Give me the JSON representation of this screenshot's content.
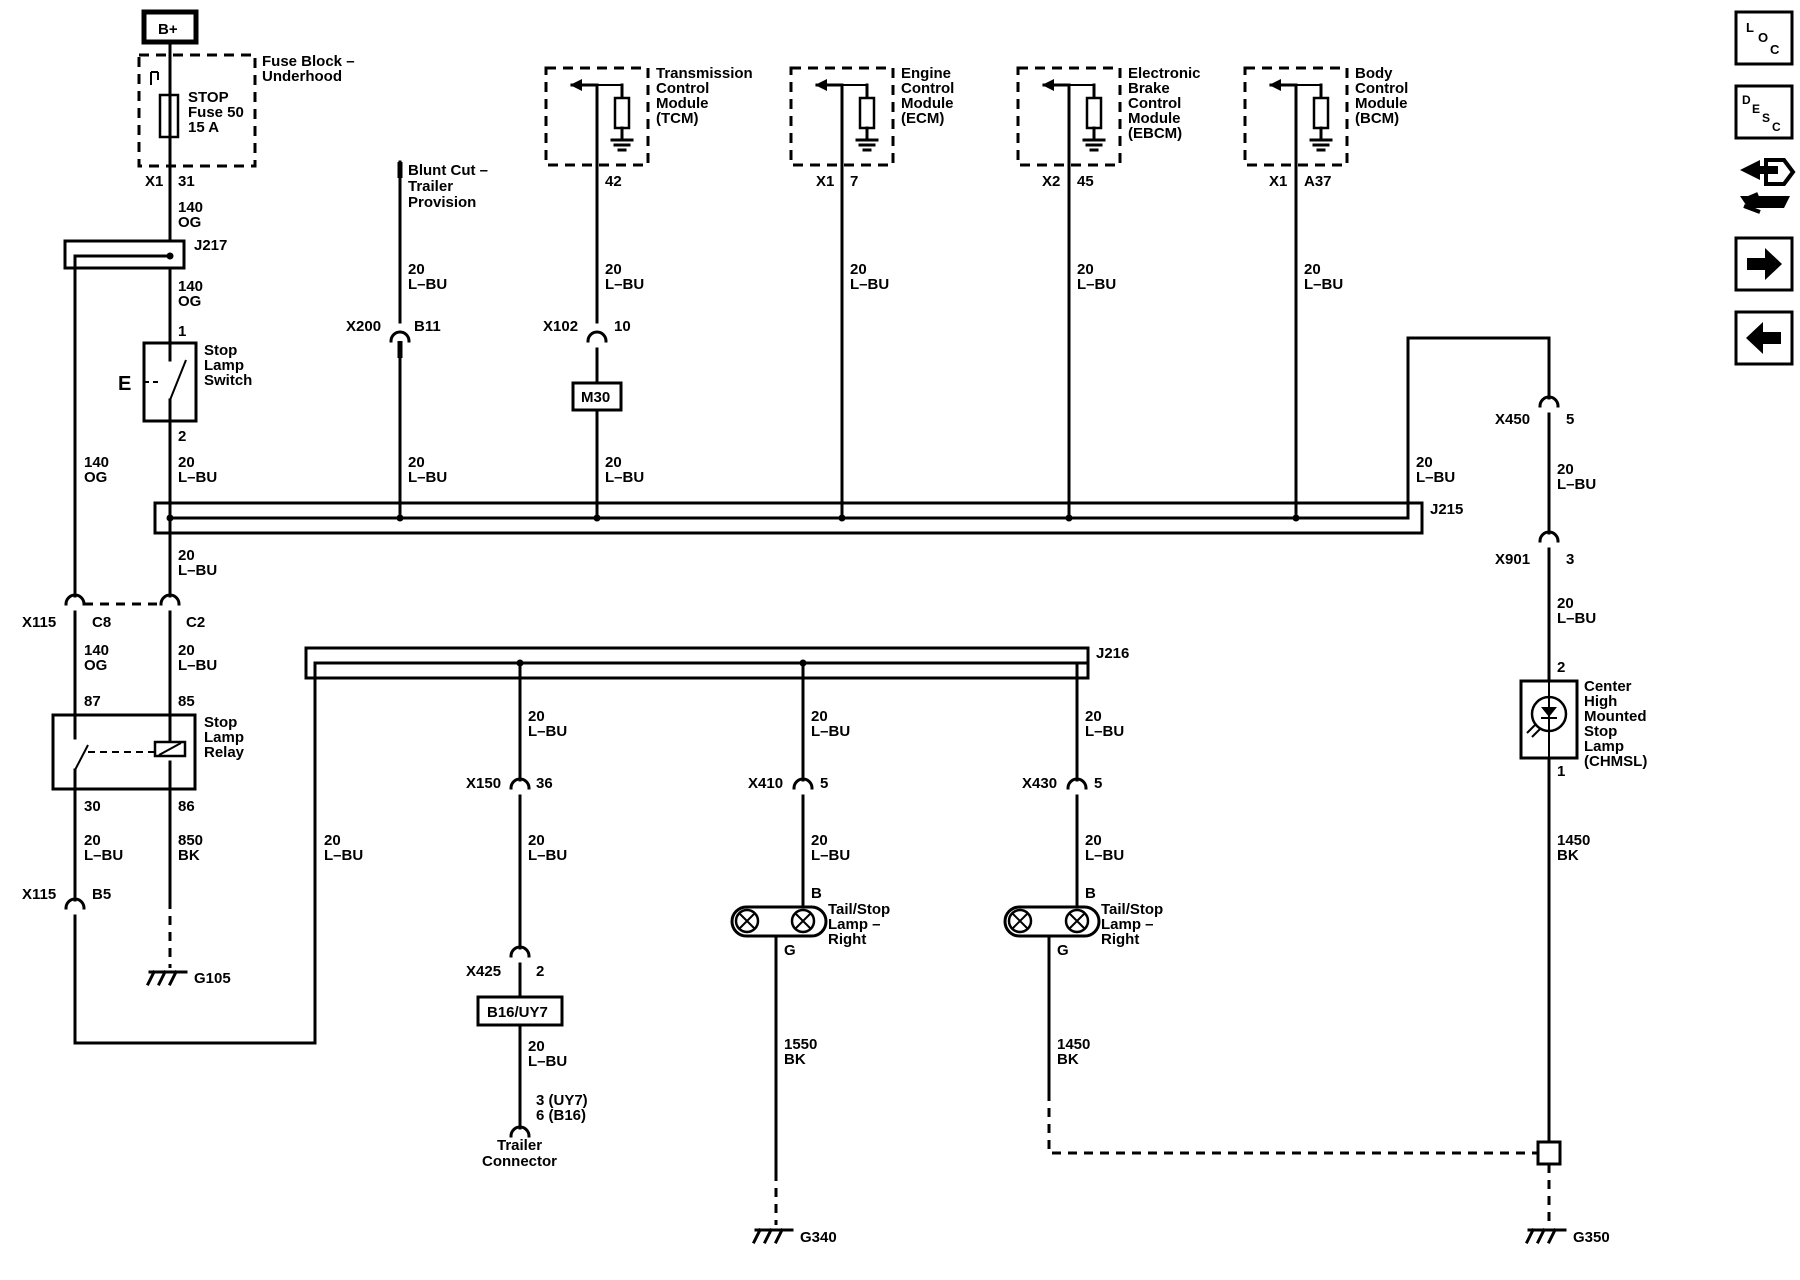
{
  "power": {
    "label": "B+"
  },
  "fuse_block": {
    "title_line1": "Fuse Block –",
    "title_line2": "Underhood",
    "fuse_line1": "STOP",
    "fuse_line2": "Fuse 50",
    "fuse_line3": "15 A",
    "conn": "X1",
    "pin": "31"
  },
  "wires": {
    "w140og_a": {
      "gauge": "140",
      "color": "OG"
    },
    "w140og_b": {
      "gauge": "140",
      "color": "OG"
    },
    "w140og_c": {
      "gauge": "140",
      "color": "OG"
    },
    "w140og_d": {
      "gauge": "140",
      "color": "OG"
    },
    "w20lbu_sw": {
      "gauge": "20",
      "color": "L–BU"
    },
    "w20lbu_j215": {
      "gauge": "20",
      "color": "L–BU"
    },
    "w20lbu_c2": {
      "gauge": "20",
      "color": "L–BU"
    },
    "w20lbu_30": {
      "gauge": "20",
      "color": "L–BU"
    },
    "w20lbu_ret": {
      "gauge": "20",
      "color": "L–BU"
    },
    "w850bk": {
      "gauge": "850",
      "color": "BK"
    },
    "w20lbu_blunt_up": {
      "gauge": "20",
      "color": "L–BU"
    },
    "w20lbu_blunt_dn": {
      "gauge": "20",
      "color": "L–BU"
    },
    "w20lbu_tcm_up": {
      "gauge": "20",
      "color": "L–BU"
    },
    "w20lbu_tcm_dn": {
      "gauge": "20",
      "color": "L–BU"
    },
    "w20lbu_ecm": {
      "gauge": "20",
      "color": "L–BU"
    },
    "w20lbu_ebcm": {
      "gauge": "20",
      "color": "L–BU"
    },
    "w20lbu_bcm": {
      "gauge": "20",
      "color": "L–BU"
    },
    "w20lbu_chmsl_j": {
      "gauge": "20",
      "color": "L–BU"
    },
    "w20lbu_x450": {
      "gauge": "20",
      "color": "L–BU"
    },
    "w20lbu_x901": {
      "gauge": "20",
      "color": "L–BU"
    },
    "w1450bk_chmsl": {
      "gauge": "1450",
      "color": "BK"
    },
    "w20lbu_tr_a": {
      "gauge": "20",
      "color": "L–BU"
    },
    "w20lbu_tr_b": {
      "gauge": "20",
      "color": "L–BU"
    },
    "w20lbu_tr_c": {
      "gauge": "20",
      "color": "L–BU"
    },
    "w20lbu_l1_a": {
      "gauge": "20",
      "color": "L–BU"
    },
    "w20lbu_l1_b": {
      "gauge": "20",
      "color": "L–BU"
    },
    "w20lbu_l2_a": {
      "gauge": "20",
      "color": "L–BU"
    },
    "w20lbu_l2_b": {
      "gauge": "20",
      "color": "L–BU"
    },
    "w1550bk": {
      "gauge": "1550",
      "color": "BK"
    },
    "w1450bk_l2": {
      "gauge": "1450",
      "color": "BK"
    }
  },
  "splices": {
    "j217": "J217",
    "j215": "J215",
    "j216": "J216"
  },
  "stop_lamp_switch": {
    "line1": "Stop",
    "line2": "Lamp",
    "line3": "Switch",
    "pin_in": "1",
    "pin_out": "2",
    "actuator": "E"
  },
  "connectors": {
    "x115_top": {
      "name": "X115",
      "pin_left": "C8",
      "pin_right": "C2"
    },
    "x115_bot": {
      "name": "X115",
      "pin": "B5"
    },
    "x200": {
      "name": "X200",
      "pin": "B11"
    },
    "x102": {
      "name": "X102",
      "pin": "10"
    },
    "x450": {
      "name": "X450",
      "pin": "5"
    },
    "x901": {
      "name": "X901",
      "pin": "3"
    },
    "x150": {
      "name": "X150",
      "pin": "36"
    },
    "x410": {
      "name": "X410",
      "pin": "5"
    },
    "x430": {
      "name": "X430",
      "pin": "5"
    },
    "x425": {
      "name": "X425",
      "pin": "2"
    }
  },
  "stop_lamp_relay": {
    "line1": "Stop",
    "line2": "Lamp",
    "line3": "Relay",
    "pin87": "87",
    "pin85": "85",
    "pin30": "30",
    "pin86": "86"
  },
  "grounds": {
    "g105": "G105",
    "g340": "G340",
    "g350": "G350"
  },
  "blunt_cut": {
    "line1": "Blunt Cut –",
    "line2": "Trailer",
    "line3": "Provision"
  },
  "option_boxes": {
    "m30": "M30",
    "b16uy7": "B16/UY7"
  },
  "modules": {
    "tcm": {
      "line1": "Transmission",
      "line2": "Control",
      "line3": "Module",
      "line4": "(TCM)",
      "conn": "",
      "pin": "42"
    },
    "ecm": {
      "line1": "Engine",
      "line2": "Control",
      "line3": "Module",
      "line4": "(ECM)",
      "conn": "X1",
      "pin": "7"
    },
    "ebcm": {
      "line1": "Electronic",
      "line2": "Brake",
      "line3": "Control",
      "line4": "Module",
      "line5": "(EBCM)",
      "conn": "X2",
      "pin": "45"
    },
    "bcm": {
      "line1": "Body",
      "line2": "Control",
      "line3": "Module",
      "line4": "(BCM)",
      "conn": "X1",
      "pin": "A37"
    }
  },
  "chmsl": {
    "line1": "Center",
    "line2": "High",
    "line3": "Mounted",
    "line4": "Stop",
    "line5": "Lamp",
    "line6": "(CHMSL)",
    "pin_top": "2",
    "pin_bot": "1"
  },
  "trailer_connector": {
    "pins_line1": "3 (UY7)",
    "pins_line2": "6 (B16)",
    "line1": "Trailer",
    "line2": "Connector"
  },
  "tail_lamp_1": {
    "line1": "Tail/Stop",
    "line2": "Lamp –",
    "line3": "Right",
    "pin_b": "B",
    "pin_g": "G"
  },
  "tail_lamp_2": {
    "line1": "Tail/Stop",
    "line2": "Lamp –",
    "line3": "Right",
    "pin_b": "B",
    "pin_g": "G"
  },
  "nav": {
    "loc": {
      "l": "L",
      "o": "O",
      "c": "C"
    },
    "desc": {
      "d": "D",
      "e": "E",
      "s": "S",
      "c": "C"
    }
  }
}
